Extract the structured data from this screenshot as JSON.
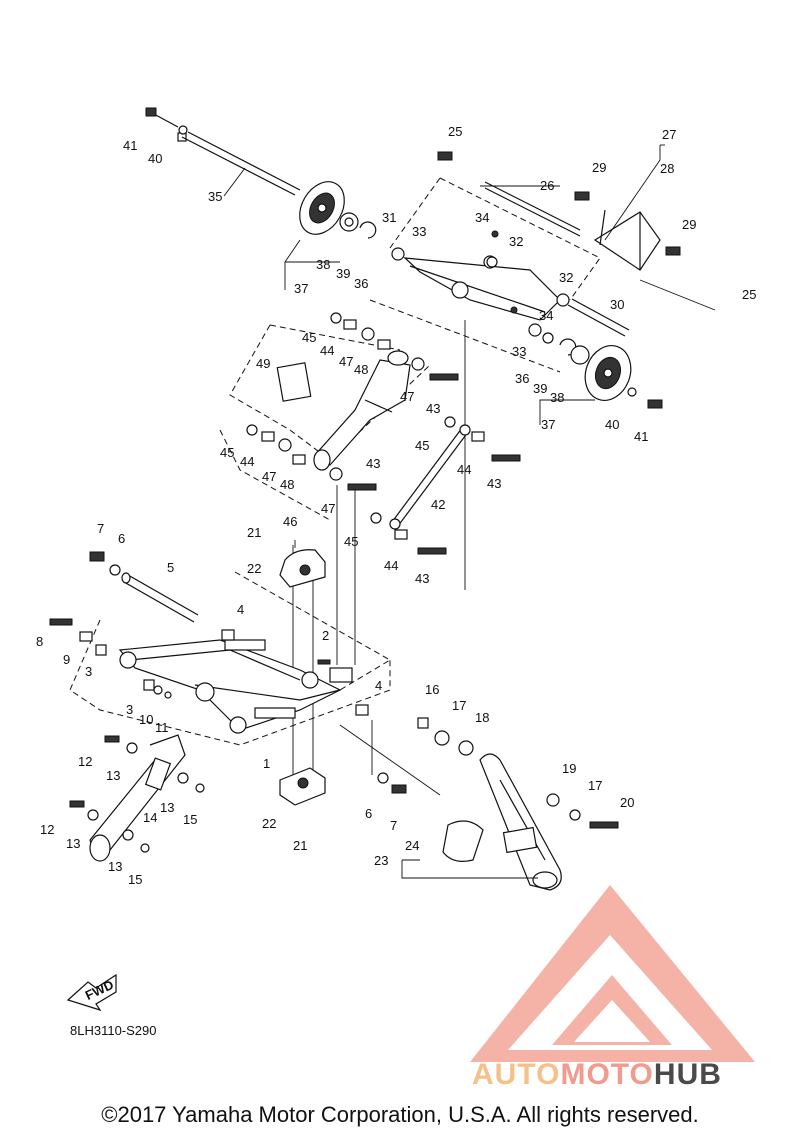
{
  "diagram": {
    "code": "8LH3110-S290",
    "fwd_label": "FWD",
    "callouts": [
      "1",
      "2",
      "3",
      "4",
      "5",
      "6",
      "7",
      "8",
      "9",
      "10",
      "11",
      "12",
      "13",
      "14",
      "15",
      "16",
      "17",
      "18",
      "19",
      "20",
      "21",
      "22",
      "23",
      "24",
      "25",
      "26",
      "27",
      "28",
      "29",
      "30",
      "31",
      "32",
      "33",
      "34",
      "35",
      "36",
      "37",
      "38",
      "39",
      "40",
      "41",
      "42",
      "43",
      "44",
      "45",
      "46",
      "47",
      "48",
      "49"
    ]
  },
  "watermark": {
    "part1": "AUTO",
    "part2": "MOTO",
    "part3": "HUB",
    "colors": {
      "auto": "#f7c08a",
      "moto": "#f29a8c",
      "hub": "#4a4a4a",
      "logo": "#f29a8c"
    }
  },
  "footer": {
    "copyright": "©2017 Yamaha Motor Corporation, U.S.A. All rights reserved."
  }
}
